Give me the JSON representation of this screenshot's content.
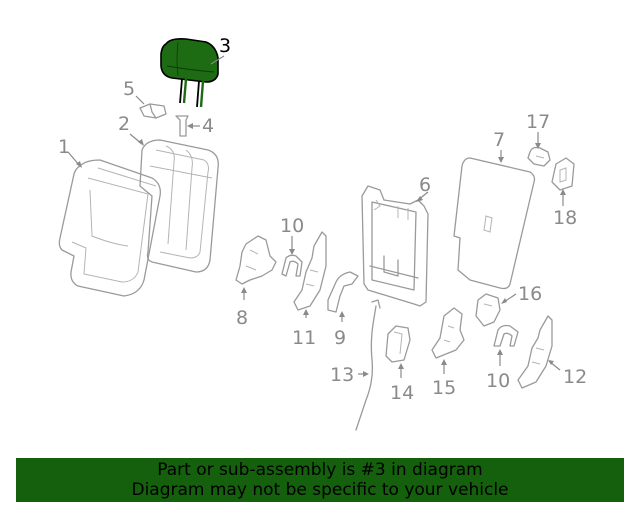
{
  "callouts": {
    "c1": "1",
    "c2": "2",
    "c3": "3",
    "c4": "4",
    "c5": "5",
    "c6": "6",
    "c7": "7",
    "c8": "8",
    "c9": "9",
    "c10a": "10",
    "c10b": "10",
    "c11": "11",
    "c12": "12",
    "c13": "13",
    "c14": "14",
    "c15": "15",
    "c16": "16",
    "c17": "17",
    "c18": "18"
  },
  "highlight": {
    "part": "3",
    "fill_color": "#1d6b12",
    "outline_color": "#000000"
  },
  "colors": {
    "line_art": "#9a9a9a",
    "callout_text": "#8a8a8a",
    "banner_bg": "#14600c"
  },
  "banner": {
    "line1": "Part or sub-assembly is #3 in diagram",
    "line2": "Diagram may not be specific to your vehicle"
  }
}
